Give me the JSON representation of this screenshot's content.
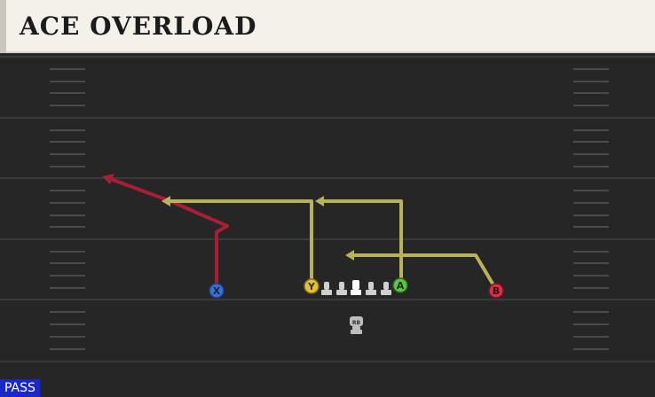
{
  "play": {
    "title": "ACE OVERLOAD",
    "type_badge": "PASS"
  },
  "players": [
    {
      "id": "x",
      "label": "X",
      "color": "#3d6fd0"
    },
    {
      "id": "y",
      "label": "Y",
      "color": "#e2c23a"
    },
    {
      "id": "a",
      "label": "A",
      "color": "#5fc24a"
    },
    {
      "id": "b",
      "label": "B",
      "color": "#d43447"
    },
    {
      "id": "rb",
      "label": "RB",
      "color": "#bdbdbd"
    }
  ],
  "colors": {
    "field": "#262626",
    "yard_line": "#3a3a3a",
    "hash": "#555555",
    "route_primary": "#a81e35",
    "route_secondary": "#b7b35a",
    "lineman": "#cfcfcf"
  }
}
